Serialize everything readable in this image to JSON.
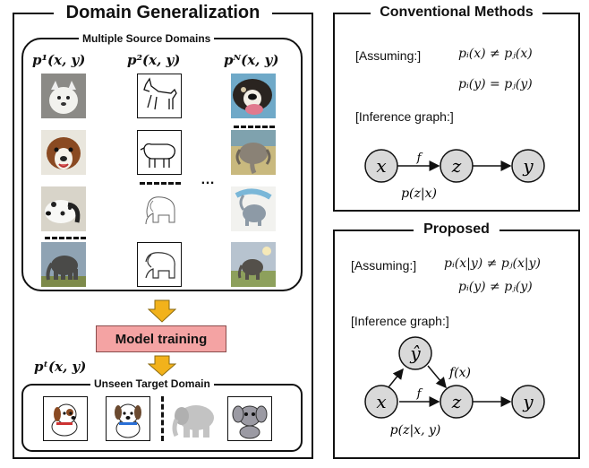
{
  "left": {
    "title": "Domain Generalization",
    "sources_title": "Multiple Source Domains",
    "domain_labels": [
      "p¹(x, y)",
      "p²(x, y)",
      "pᴺ(x, y)"
    ],
    "ellipsis": "…",
    "training_button": "Model training",
    "target_label": "pᵗ(x, y)",
    "target_title": "Unseen Target Domain"
  },
  "conventional": {
    "title": "Conventional Methods",
    "assuming_label": "[Assuming:]",
    "eq1": "pᵢ(x) ≠ pⱼ(x)",
    "eq2": "pᵢ(y) = pⱼ(y)",
    "inference_label": "[Inference graph:]",
    "nodes": [
      "x",
      "z",
      "y"
    ],
    "edge_label": "f",
    "dist_label": "p(z|x)"
  },
  "proposed": {
    "title": "Proposed",
    "assuming_label": "[Assuming:]",
    "eq1": "pᵢ(x|y) ≠ pⱼ(x|y)",
    "eq2": "pᵢ(y) ≠ pⱼ(y)",
    "inference_label": "[Inference graph:]",
    "nodes": [
      "ŷ",
      "x",
      "z",
      "y"
    ],
    "edge_label_f": "f",
    "edge_label_fx": "f(x)",
    "dist_label": "p(z|x, y)"
  },
  "colors": {
    "node_fill": "#d9d9d9",
    "training_fill": "#f4a3a3",
    "arrow_fill": "#f2b21b"
  }
}
